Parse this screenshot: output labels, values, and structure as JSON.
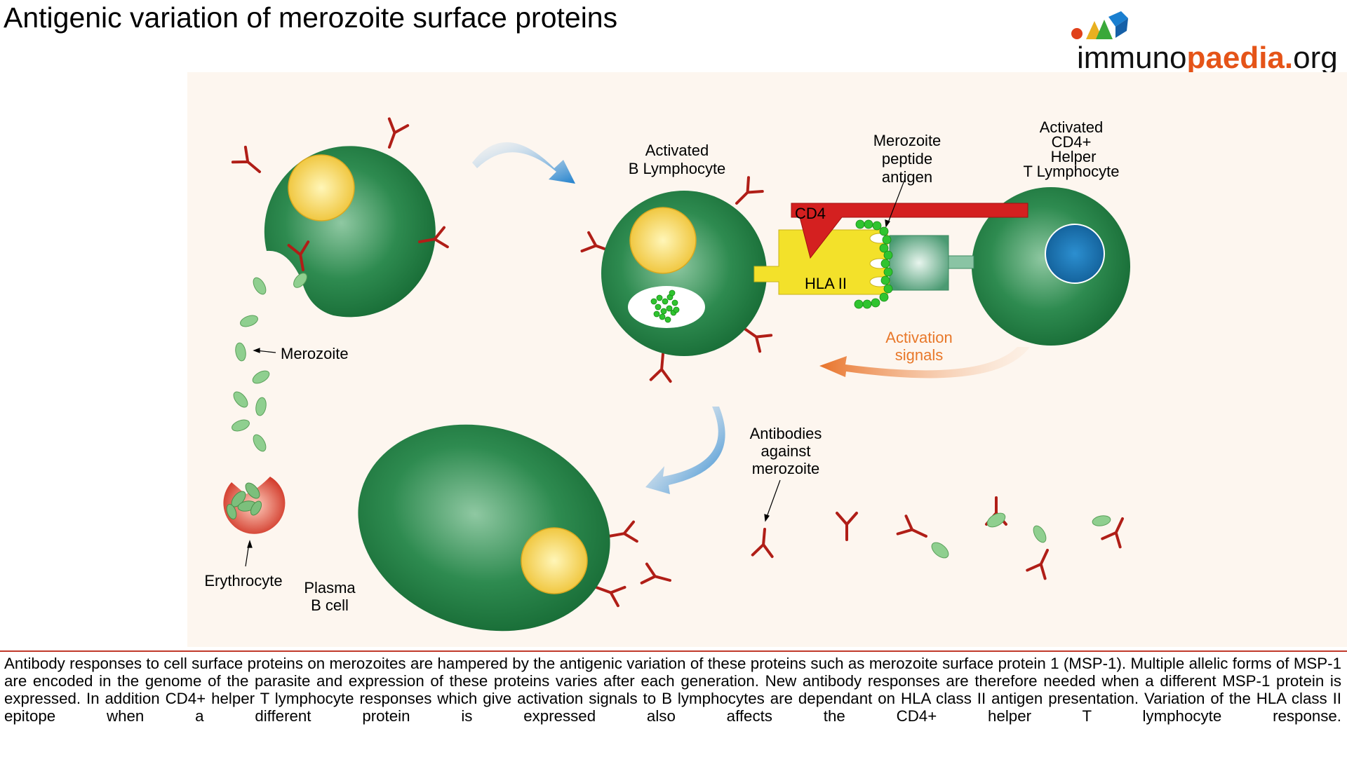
{
  "title": "Antigenic variation of merozoite surface proteins",
  "logo": {
    "prefix": "immuno",
    "highlight": "paedia",
    "dot": ".",
    "suffix": "org"
  },
  "labels": {
    "activated_b": [
      "Activated",
      "B Lymphocyte"
    ],
    "merozoite_peptide": [
      "Merozoite",
      "peptide",
      "antigen"
    ],
    "activated_t": [
      "Activated",
      "CD4+",
      "Helper",
      "T Lymphocyte"
    ],
    "cd4": "CD4",
    "hla": "HLA II",
    "activation": [
      "Activation",
      "signals"
    ],
    "merozoite": "Merozoite",
    "erythrocyte": "Erythrocyte",
    "plasma": [
      "Plasma",
      "B cell"
    ],
    "antibodies": [
      "Antibodies",
      "against",
      "merozoite"
    ]
  },
  "caption": "Antibody responses to cell surface proteins on merozoites are hampered by the antigenic variation of these proteins such as merozoite surface protein 1 (MSP-1). Multiple allelic forms of MSP-1 are encoded in the genome of the parasite and expression of these proteins varies after each generation. New antibody responses are therefore needed when a different MSP-1 protein is expressed. In addition CD4+ helper T lymphocyte responses which give activation signals to B lymphocytes are dependant on HLA class II antigen presentation. Variation of the HLA class II epitope when a different protein is expressed also affects the CD4+ helper T lymphocyte response.",
  "colors": {
    "cell_green": "#1e7d3f",
    "nucleus_yellow": "#f0c83a",
    "t_nucleus": "#1a6fa8",
    "antibody_red": "#b01e17",
    "cd4_red": "#d42020",
    "hla_yellow": "#f3e12a",
    "activation_orange": "#e8782a",
    "arrow_blue": "#2a8ad0",
    "background": "#fdf6ef"
  }
}
